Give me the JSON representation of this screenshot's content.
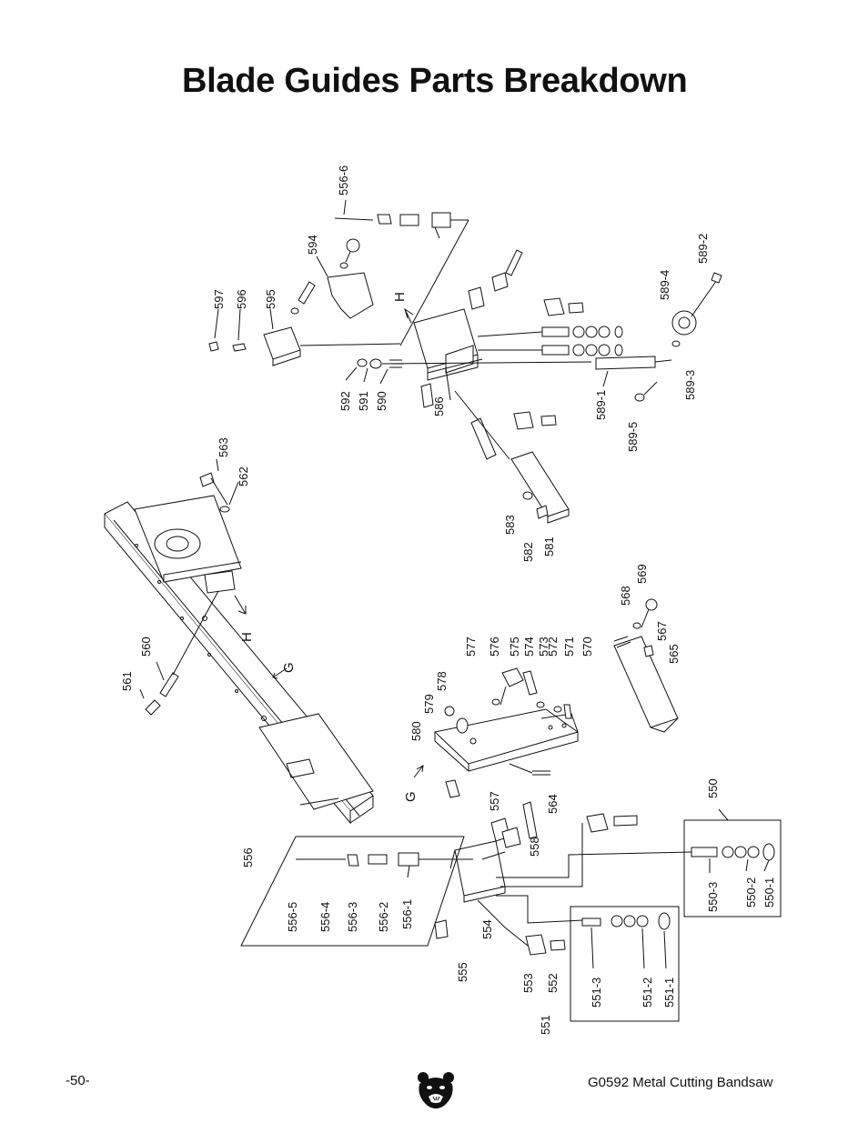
{
  "title": "Blade Guides Parts Breakdown",
  "footer": {
    "page_number": "-50-",
    "model": "G0592 Metal Cutting Bandsaw"
  },
  "labels": {
    "p550": "550",
    "p550_1": "550-1",
    "p550_2": "550-2",
    "p550_3": "550-3",
    "p551": "551",
    "p551_1": "551-1",
    "p551_2": "551-2",
    "p551_3": "551-3",
    "p552": "552",
    "p553": "553",
    "p554": "554",
    "p555": "555",
    "p556": "556",
    "p556_1": "556-1",
    "p556_2": "556-2",
    "p556_3": "556-3",
    "p556_4": "556-4",
    "p556_5": "556-5",
    "p556_6": "556-6",
    "p557": "557",
    "p558": "558",
    "p560": "560",
    "p561": "561",
    "p562": "562",
    "p563": "563",
    "p564": "564",
    "p565": "565",
    "p567": "567",
    "p568": "568",
    "p569": "569",
    "p570": "570",
    "p571": "571",
    "p572": "572",
    "p573": "573",
    "p574": "574",
    "p575": "575",
    "p576": "576",
    "p577": "577",
    "p578": "578",
    "p579": "579",
    "p580": "580",
    "p581": "581",
    "p582": "582",
    "p583": "583",
    "p586": "586",
    "p589_1": "589-1",
    "p589_2": "589-2",
    "p589_3": "589-3",
    "p589_4": "589-4",
    "p589_5": "589-5",
    "p590": "590",
    "p591": "591",
    "p592": "592",
    "p594": "594",
    "p595": "595",
    "p596": "596",
    "p597": "597",
    "mark_g": "G",
    "mark_h": "H"
  }
}
